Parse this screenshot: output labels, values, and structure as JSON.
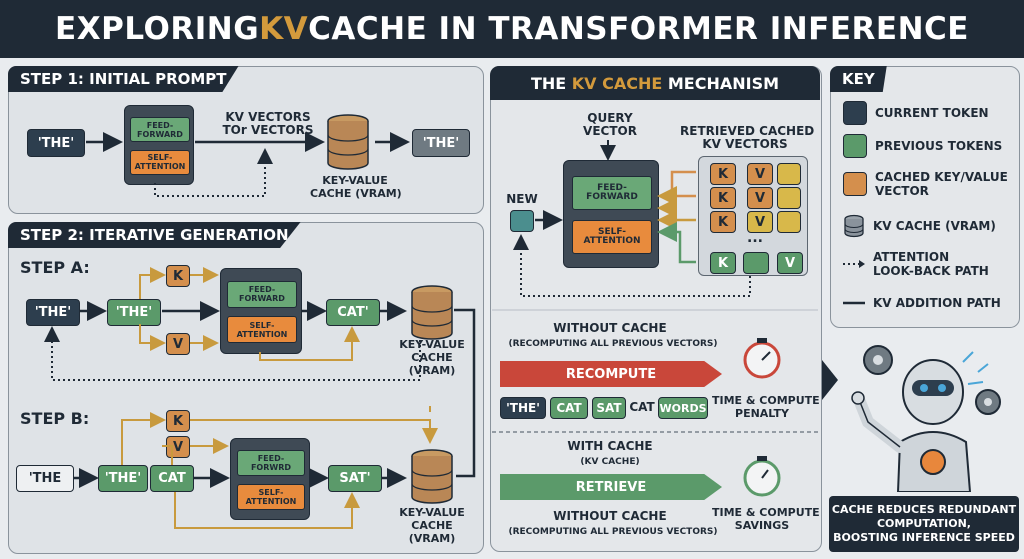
{
  "header": {
    "title_prefix": "EXPLORING ",
    "title_accent": "KV",
    "title_suffix": " CACHE IN TRANSFORMER INFERENCE"
  },
  "step1": {
    "tag": "STEP 1: INITIAL PROMPT",
    "input_token": "'THE'",
    "block_ff": "FEED-\nFORWARD",
    "block_sa": "SELF-\nATTENTION",
    "arrow_label": "KV VECTORS\nTOr VECTORS",
    "cache_label": "KEY-VALUE\nCACHE (VRAM)",
    "output_token": "'THE'"
  },
  "step2": {
    "tag": "STEP 2: ITERATIVE GENERATION",
    "stepA": {
      "label": "STEP A:",
      "tok1": "'THE'",
      "tok2": "'THE'",
      "k": "K",
      "v": "V",
      "block_ff": "FEED-\nFORWARD",
      "block_sa": "SELF-\nATTENTION",
      "output": "CAT'",
      "cache_label": "KEY-VALUE\nCACHE\n(VRAM)"
    },
    "stepB": {
      "label": "STEP B:",
      "tok1": "'THE",
      "tok2": "'THE'",
      "tok3": "CAT",
      "k": "K",
      "v": "V",
      "block_ff": "FEED-\nFORWRD",
      "block_sa": "SELF-\nATTENTION",
      "output": "SAT'",
      "cache_label": "KEY-VALUE\nCACHE\n(VRAM)"
    }
  },
  "mechanism": {
    "title_prefix": "THE ",
    "title_accent": "KV CACHE",
    "title_suffix": " MECHANISM",
    "query_label": "QUERY\nVECTOR",
    "retrieved_label": "RETRIEVED CACHED\nKV VECTORS",
    "new_label": "NEW",
    "block_ff": "FEED-\nFORWARD",
    "block_sa": "SELF-\nATTENTION",
    "kv_grid": [
      [
        "K",
        "V"
      ],
      [
        "K",
        "V"
      ],
      [
        "K",
        "V"
      ],
      [
        "K",
        "V"
      ]
    ],
    "dots": "..."
  },
  "comparison": {
    "without_title": "WITHOUT CACHE",
    "without_sub": "(RECOMPUTING ALL PREVIOUS VECTORS)",
    "recompute": "RECOMPUTE",
    "time_penalty": "TIME & COMPUTE\nPENALTY",
    "tokens": [
      "'THE'",
      "CAT",
      "SAT",
      "CAT",
      "WORDS"
    ],
    "with_title": "WITH CACHE",
    "with_sub": "(KV CACHE)",
    "retrieve": "RETRIEVE",
    "without_title2": "WITHOUT CACHE",
    "without_sub2": "(RECOMPUTING ALL PREVIOUS VECTORS)",
    "time_savings": "TIME & COMPUTE\nSAVINGS"
  },
  "key": {
    "title": "KEY",
    "items": [
      {
        "label": "CURRENT TOKEN",
        "color": "#2d3e4e"
      },
      {
        "label": "PREVIOUS TOKENS",
        "color": "#5b9a6a"
      },
      {
        "label": "CACHED KEY/VALUE\nVECTOR",
        "color": "#d48f4d"
      },
      {
        "label": "KV CACHE (VRAM)",
        "color": "#8a939c"
      },
      {
        "label": "ATTENTION\nLOOK-BACK PATH",
        "color": ""
      },
      {
        "label": "KV ADDITION PATH",
        "color": ""
      }
    ]
  },
  "footer": "CACHE REDUCES REDUNDANT\nCOMPUTATION,\nBOOSTING INFERENCE SPEED",
  "colors": {
    "navy": "#1f2a36",
    "gold": "#d39a3c",
    "green": "#5b9a6a",
    "orange": "#d48f4d",
    "red": "#c9473a"
  }
}
